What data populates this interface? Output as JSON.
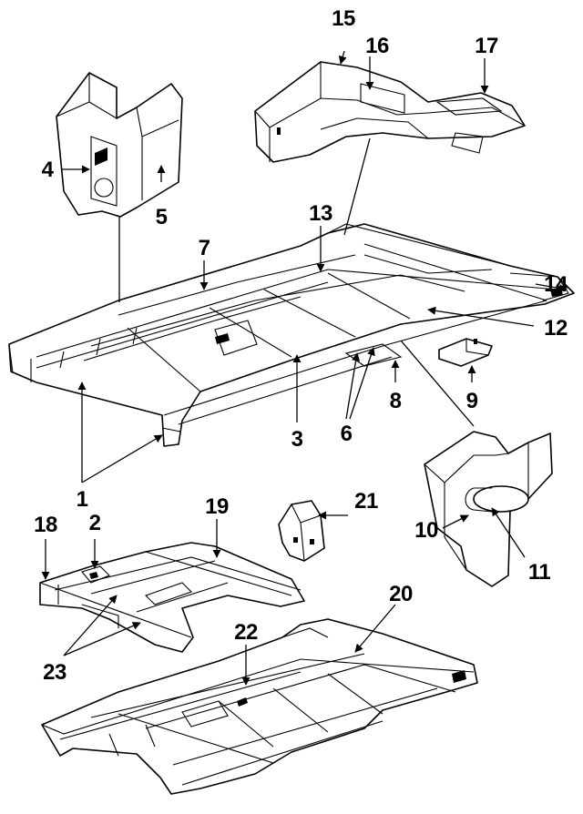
{
  "callouts": [
    "1",
    "2",
    "3",
    "4",
    "5",
    "6",
    "7",
    "8",
    "9",
    "10",
    "11",
    "12",
    "13",
    "14",
    "15",
    "16",
    "17",
    "18",
    "19",
    "20",
    "21",
    "22",
    "23"
  ],
  "colors": {
    "ink": "#000000",
    "paper": "#ffffff"
  }
}
